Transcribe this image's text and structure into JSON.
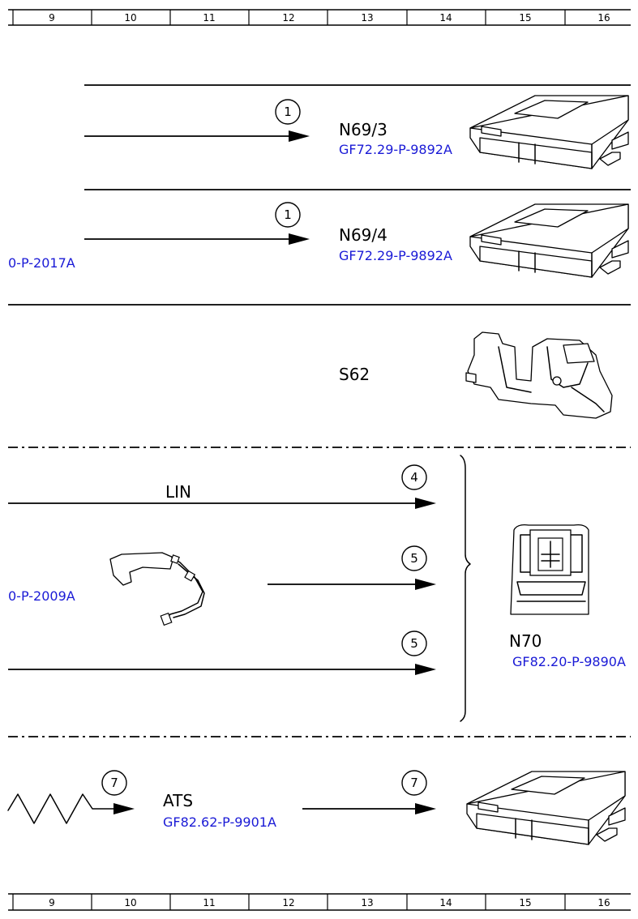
{
  "ruler": {
    "top": [
      "9",
      "10",
      "11",
      "12",
      "13",
      "14",
      "15",
      "16"
    ],
    "bottom": [
      "9",
      "10",
      "11",
      "12",
      "13",
      "14",
      "15",
      "16"
    ]
  },
  "components": {
    "n69_3": {
      "label": "N69/3",
      "ref": "GF72.29-P-9892A",
      "connector": "1"
    },
    "n69_4": {
      "label": "N69/4",
      "ref": "GF72.29-P-9892A",
      "connector": "1",
      "left_ref": "0-P-2017A"
    },
    "s62": {
      "label": "S62"
    },
    "n70": {
      "label": "N70",
      "ref": "GF82.20-P-9890A",
      "lin_label": "LIN",
      "connectors": [
        "4",
        "5",
        "5"
      ],
      "left_ref": "0-P-2009A"
    },
    "ats": {
      "label": "ATS",
      "ref": "GF82.62-P-9901A",
      "connectors": [
        "7",
        "7"
      ]
    }
  }
}
